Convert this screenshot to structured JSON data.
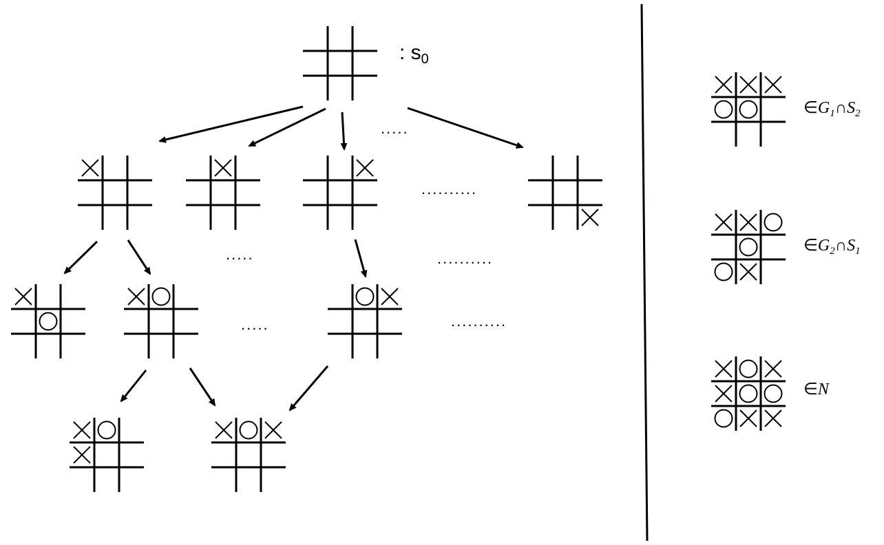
{
  "root_label": {
    "prefix": ": s",
    "subscript": "0"
  },
  "ellipsis": {
    "short": ".....",
    "long": ".........."
  },
  "boards": [
    {
      "id": "s0",
      "cells": [
        "",
        "",
        "",
        "",
        "",
        "",
        "",
        "",
        ""
      ]
    },
    {
      "id": "L1-a",
      "cells": [
        "X",
        "",
        "",
        "",
        "",
        "",
        "",
        "",
        ""
      ]
    },
    {
      "id": "L1-b",
      "cells": [
        "",
        "X",
        "",
        "",
        "",
        "",
        "",
        "",
        ""
      ]
    },
    {
      "id": "L1-c",
      "cells": [
        "",
        "",
        "X",
        "",
        "",
        "",
        "",
        "",
        ""
      ]
    },
    {
      "id": "L1-d",
      "cells": [
        "",
        "",
        "",
        "",
        "",
        "",
        "",
        "",
        "X"
      ]
    },
    {
      "id": "L2-a",
      "cells": [
        "X",
        "",
        "",
        "",
        "O",
        "",
        "",
        "",
        ""
      ]
    },
    {
      "id": "L2-b",
      "cells": [
        "X",
        "O",
        "",
        "",
        "",
        "",
        "",
        "",
        ""
      ]
    },
    {
      "id": "L2-c",
      "cells": [
        "",
        "O",
        "X",
        "",
        "",
        "",
        "",
        "",
        ""
      ]
    },
    {
      "id": "L3-a",
      "cells": [
        "X",
        "O",
        "",
        "X",
        "",
        "",
        "",
        "",
        ""
      ]
    },
    {
      "id": "L3-b",
      "cells": [
        "X",
        "O",
        "X",
        "",
        "",
        "",
        "",
        "",
        ""
      ]
    },
    {
      "id": "R1",
      "cells": [
        "X",
        "X",
        "X",
        "O",
        "O",
        "",
        "",
        "",
        ""
      ]
    },
    {
      "id": "R2",
      "cells": [
        "X",
        "X",
        "O",
        "",
        "O",
        "",
        "O",
        "X",
        ""
      ]
    },
    {
      "id": "R3",
      "cells": [
        "X",
        "O",
        "X",
        "X",
        "O",
        "O",
        "O",
        "X",
        "X"
      ]
    }
  ],
  "legend": [
    {
      "element_of": "∈",
      "set_a": "G",
      "set_a_sub": "1",
      "intersect": "∩",
      "set_b": "S",
      "set_b_sub": "2"
    },
    {
      "element_of": "∈",
      "set_a": "G",
      "set_a_sub": "2",
      "intersect": "∩",
      "set_b": "S",
      "set_b_sub": "1"
    },
    {
      "element_of": "∈",
      "set_a": "N"
    }
  ]
}
